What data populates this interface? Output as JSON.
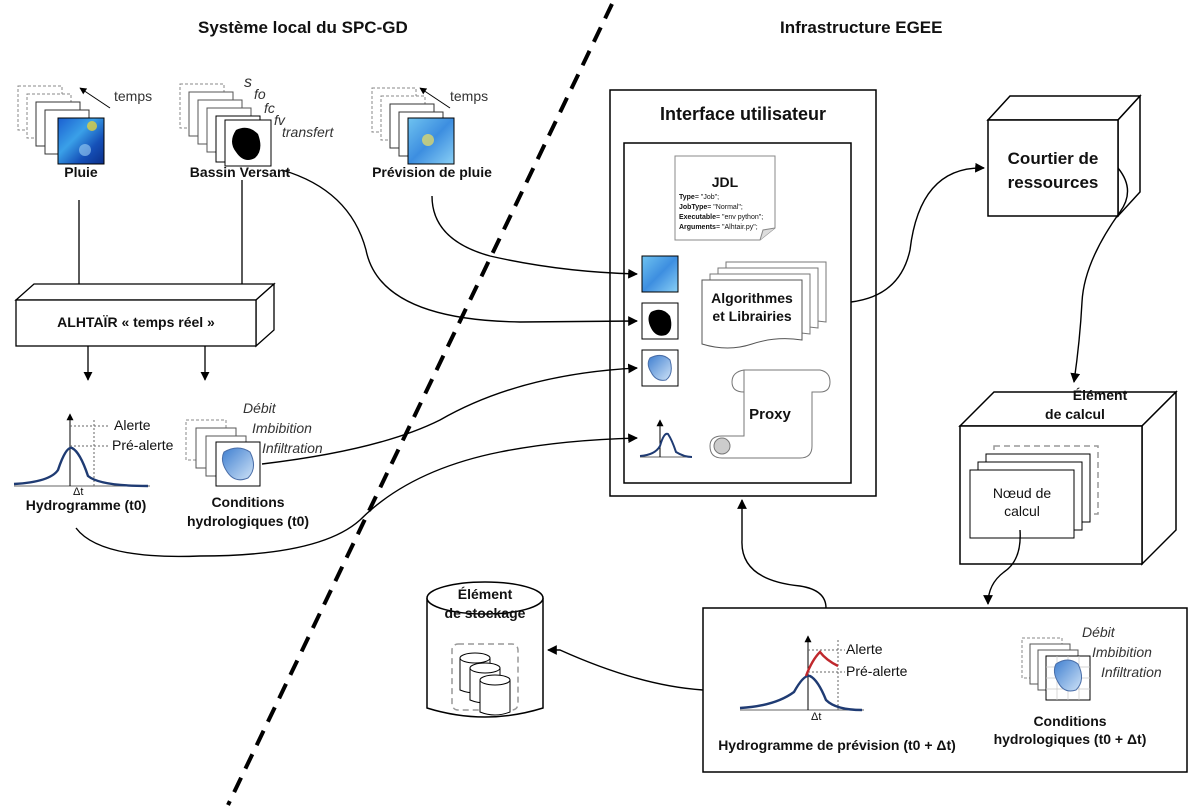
{
  "headings": {
    "left": "Système local du SPC-GD",
    "right": "Infrastructure EGEE"
  },
  "inputs": {
    "pluie": "Pluie",
    "bassin": "Bassin Versant",
    "prevision": "Prévision de pluie",
    "temps": "temps",
    "params": [
      "s",
      "fo",
      "fc",
      "fv",
      "transfert"
    ]
  },
  "alhtair": "ALHTAÏR « temps réel »",
  "hydro_left": {
    "alerte": "Alerte",
    "pre_alerte": "Pré-alerte",
    "dt": "Δt",
    "label": "Hydrogramme (t0)"
  },
  "conditions_left": {
    "debit": "Débit",
    "imbibition": "Imbibition",
    "infiltration": "Infiltration",
    "label_line1": "Conditions",
    "label_line2": "hydrologiques (t0)"
  },
  "interface": {
    "title": "Interface utilisateur",
    "jdl_title": "JDL",
    "jdl_lines": [
      {
        "key": "Type",
        "val": "= \"Job\";"
      },
      {
        "key": "JobType",
        "val": "= \"Normal\";"
      },
      {
        "key": "Executable",
        "val": "= \"env python\";"
      },
      {
        "key": "Arguments",
        "val": "= \"Alhtair.py\";"
      }
    ],
    "algo_line1": "Algorithmes",
    "algo_line2": "et Librairies",
    "proxy": "Proxy"
  },
  "courtier": {
    "line1": "Courtier de",
    "line2": "ressources"
  },
  "element_calcul": {
    "line1": "Élément",
    "line2": "de calcul",
    "noeud_line1": "Nœud de",
    "noeud_line2": "calcul"
  },
  "element_stockage": {
    "line1": "Élément",
    "line2": "de stockage"
  },
  "output": {
    "alerte": "Alerte",
    "pre_alerte": "Pré-alerte",
    "dt": "Δt",
    "hydro_label": "Hydrogramme de prévision (t0 + Δt)",
    "debit": "Débit",
    "imbibition": "Imbibition",
    "infiltration": "Infiltration",
    "cond_line1": "Conditions",
    "cond_line2": "hydrologiques (t0 + Δt)"
  },
  "colors": {
    "curve": "#1f3b73",
    "forecast": "#c0282d",
    "rain_blue": "#2a6fd6",
    "basin_blue": "#8fbfe8"
  },
  "icons": [
    "rain-map-icon",
    "basin-icon",
    "hydrograph-icon",
    "document-icon",
    "scroll-icon",
    "cylinder-icon"
  ]
}
